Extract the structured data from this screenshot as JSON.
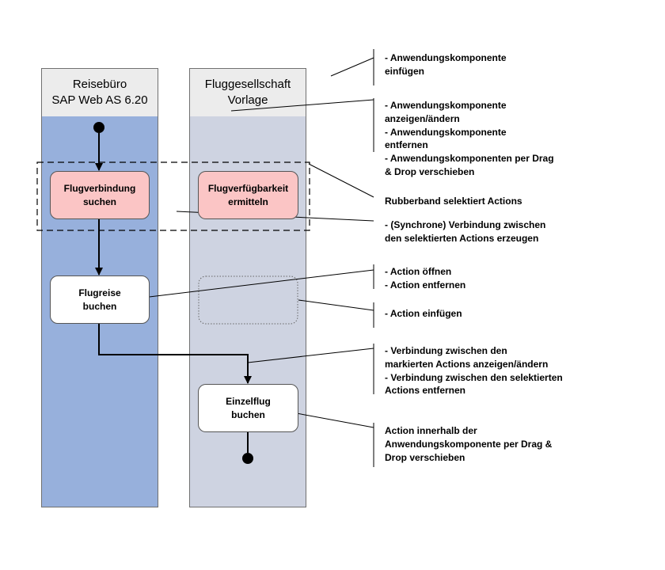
{
  "lanes": {
    "reisebuero": {
      "title_line1": "Reisebüro",
      "title_line2": "SAP Web AS 6.20",
      "color": "#97b0dc"
    },
    "fluggesellschaft": {
      "title_line1": "Fluggesellschaft",
      "title_line2": "Vorlage",
      "color": "#ced3e1"
    }
  },
  "actions": {
    "flugverbindung_suchen": {
      "line1": "Flugverbindung",
      "line2": "suchen"
    },
    "flugverfuegbarkeit_ermitteln": {
      "line1": "Flugverfügbarkeit",
      "line2": "ermitteln"
    },
    "flugreise_buchen": {
      "line1": "Flugreise",
      "line2": "buchen"
    },
    "einzelflug_buchen": {
      "line1": "Einzelflug",
      "line2": "buchen"
    }
  },
  "notes": {
    "n1": {
      "l1": "- Anwendungskomponente",
      "l2": "einfügen"
    },
    "n2": {
      "l1": "- Anwendungskomponente",
      "l2": "anzeigen/ändern",
      "l3": "- Anwendungskomponente",
      "l4": "entfernen",
      "l5": "- Anwendungskomponenten per Drag",
      "l6": "& Drop verschieben"
    },
    "n3": {
      "l1": "Rubberband selektiert Actions"
    },
    "n4": {
      "l1": "- (Synchrone) Verbindung zwischen",
      "l2": "den selektierten Actions erzeugen"
    },
    "n5": {
      "l1": "- Action öffnen",
      "l2": "- Action entfernen"
    },
    "n6": {
      "l1": "- Action einfügen"
    },
    "n7": {
      "l1": "- Verbindung zwischen den",
      "l2": "markierten Actions anzeigen/ändern",
      "l3": "- Verbindung zwischen den selektierten",
      "l4": "Actions entfernen"
    },
    "n8": {
      "l1": "Action innerhalb der",
      "l2": "Anwendungskomponente per Drag &",
      "l3": "Drop verschieben"
    }
  },
  "colors": {
    "action_highlight": "#fbc5c5",
    "action_normal": "#ffffff"
  }
}
